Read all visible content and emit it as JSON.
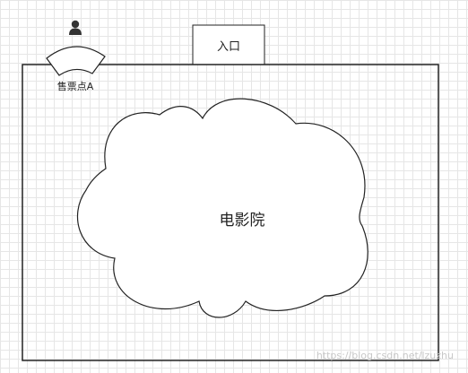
{
  "diagram": {
    "ticket_point_label": "售票点A",
    "entrance_label": "入口",
    "cinema_label": "电影院",
    "watermark": "https://blog.csdn.net/lzuzhu"
  },
  "colors": {
    "stroke": "#222222",
    "grid": "#e6e6e6",
    "background": "#ffffff",
    "person_icon": "#333333"
  },
  "icons": {
    "person": "person-icon"
  }
}
